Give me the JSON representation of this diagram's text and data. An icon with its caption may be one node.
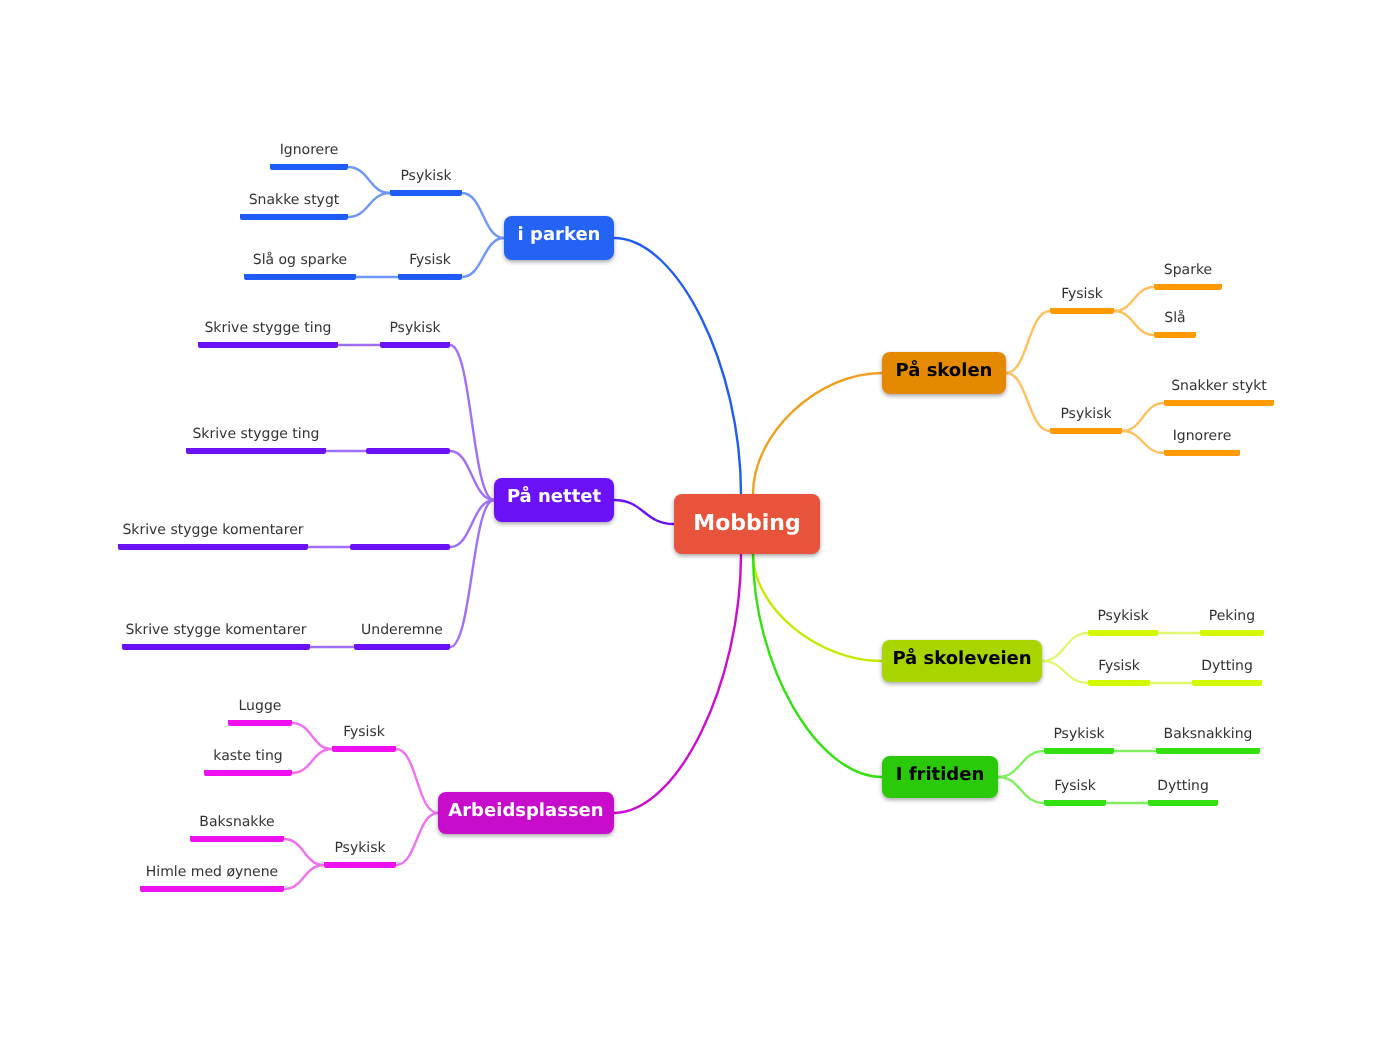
{
  "diagram": {
    "nodes": [
      {
        "text": [
          "Mobbing"
        ]
      },
      {
        "text": [
          "i parken"
        ]
      },
      {
        "text": [
          "På nettet"
        ]
      },
      {
        "text": [
          "Arbeidsplassen"
        ]
      },
      {
        "text": [
          "På skolen"
        ]
      },
      {
        "text": [
          "På skoleveien"
        ]
      },
      {
        "text": [
          "I fritiden"
        ]
      },
      {
        "text": [
          "Psykisk"
        ]
      },
      {
        "text": [
          "Ignorere"
        ]
      },
      {
        "text": [
          "Snakke stygt"
        ]
      },
      {
        "text": [
          "Fysisk"
        ]
      },
      {
        "text": [
          "Slå og sparke"
        ]
      },
      {
        "text": [
          "Psykisk"
        ]
      },
      {
        "text": [
          "Skrive stygge ting"
        ]
      },
      {
        "text": [],
        "shape": "bar"
      },
      {
        "text": [
          "Skrive stygge ting"
        ]
      },
      {
        "text": [],
        "shape": "bar"
      },
      {
        "text": [
          "Skrive stygge komentarer"
        ]
      },
      {
        "text": [
          "Underemne"
        ]
      },
      {
        "text": [
          "Skrive stygge komentarer"
        ]
      },
      {
        "text": [
          "Fysisk"
        ]
      },
      {
        "text": [
          "Lugge"
        ]
      },
      {
        "text": [
          "kaste ting"
        ]
      },
      {
        "text": [
          "Psykisk"
        ]
      },
      {
        "text": [
          "Baksnakke"
        ]
      },
      {
        "text": [
          "Himle med øynene"
        ]
      },
      {
        "text": [
          "Fysisk"
        ]
      },
      {
        "text": [
          "Sparke"
        ]
      },
      {
        "text": [
          "Slå"
        ]
      },
      {
        "text": [
          "Psykisk"
        ]
      },
      {
        "text": [
          "Snakker stykt"
        ]
      },
      {
        "text": [
          "Ignorere"
        ]
      },
      {
        "text": [
          "Psykisk"
        ]
      },
      {
        "text": [
          "Peking"
        ]
      },
      {
        "text": [
          "Fysisk"
        ]
      },
      {
        "text": [
          "Dytting"
        ]
      },
      {
        "text": [
          "Psykisk"
        ]
      },
      {
        "text": [
          "Baksnakking"
        ]
      },
      {
        "text": [
          "Fysisk"
        ]
      },
      {
        "text": [
          "Dytting"
        ]
      }
    ],
    "edges": [
      {
        "from": 0,
        "to": 1,
        "arrow": "none",
        "color": "#1f5cf5"
      },
      {
        "from": 0,
        "to": 2,
        "arrow": "none",
        "color": "#6a12f5"
      },
      {
        "from": 0,
        "to": 3,
        "arrow": "none",
        "color": "#cc0cd0"
      },
      {
        "from": 0,
        "to": 4,
        "arrow": "none",
        "color": "#f0a020"
      },
      {
        "from": 0,
        "to": 5,
        "arrow": "none",
        "color": "#c8e800"
      },
      {
        "from": 0,
        "to": 6,
        "arrow": "none",
        "color": "#33e010"
      },
      {
        "from": 1,
        "to": 7,
        "arrow": "none",
        "color": "#6f97fa"
      },
      {
        "from": 7,
        "to": 8,
        "arrow": "none",
        "color": "#6f97fa"
      },
      {
        "from": 7,
        "to": 9,
        "arrow": "none",
        "color": "#6f97fa"
      },
      {
        "from": 1,
        "to": 10,
        "arrow": "none",
        "color": "#6f97fa"
      },
      {
        "from": 10,
        "to": 11,
        "arrow": "none",
        "color": "#6f97fa"
      },
      {
        "from": 2,
        "to": 12,
        "arrow": "none",
        "color": "#a070fa"
      },
      {
        "from": 12,
        "to": 13,
        "arrow": "none",
        "color": "#a070fa"
      },
      {
        "from": 2,
        "to": 14,
        "arrow": "none",
        "color": "#a070fa"
      },
      {
        "from": 14,
        "to": 15,
        "arrow": "none",
        "color": "#a070fa"
      },
      {
        "from": 2,
        "to": 16,
        "arrow": "none",
        "color": "#a070fa"
      },
      {
        "from": 16,
        "to": 17,
        "arrow": "none",
        "color": "#a070fa"
      },
      {
        "from": 2,
        "to": 18,
        "arrow": "none",
        "color": "#a070fa"
      },
      {
        "from": 18,
        "to": 19,
        "arrow": "none",
        "color": "#a070fa"
      },
      {
        "from": 3,
        "to": 20,
        "arrow": "none",
        "color": "#f070f0"
      },
      {
        "from": 20,
        "to": 21,
        "arrow": "none",
        "color": "#f070f0"
      },
      {
        "from": 20,
        "to": 22,
        "arrow": "none",
        "color": "#f070f0"
      },
      {
        "from": 3,
        "to": 23,
        "arrow": "none",
        "color": "#f070f0"
      },
      {
        "from": 23,
        "to": 24,
        "arrow": "none",
        "color": "#f070f0"
      },
      {
        "from": 23,
        "to": 25,
        "arrow": "none",
        "color": "#f070f0"
      },
      {
        "from": 4,
        "to": 26,
        "arrow": "none",
        "color": "#ffc060"
      },
      {
        "from": 26,
        "to": 27,
        "arrow": "none",
        "color": "#ffc060"
      },
      {
        "from": 26,
        "to": 28,
        "arrow": "none",
        "color": "#ffc060"
      },
      {
        "from": 4,
        "to": 29,
        "arrow": "none",
        "color": "#ffc060"
      },
      {
        "from": 29,
        "to": 30,
        "arrow": "none",
        "color": "#ffc060"
      },
      {
        "from": 29,
        "to": 31,
        "arrow": "none",
        "color": "#ffc060"
      },
      {
        "from": 5,
        "to": 32,
        "arrow": "none",
        "color": "#e0f870"
      },
      {
        "from": 32,
        "to": 33,
        "arrow": "none",
        "color": "#e0f870"
      },
      {
        "from": 5,
        "to": 34,
        "arrow": "none",
        "color": "#e0f870"
      },
      {
        "from": 34,
        "to": 35,
        "arrow": "none",
        "color": "#e0f870"
      },
      {
        "from": 6,
        "to": 36,
        "arrow": "none",
        "color": "#80f060"
      },
      {
        "from": 36,
        "to": 37,
        "arrow": "none",
        "color": "#80f060"
      },
      {
        "from": 6,
        "to": 38,
        "arrow": "none",
        "color": "#80f060"
      },
      {
        "from": 38,
        "to": 39,
        "arrow": "none",
        "color": "#80f060"
      }
    ]
  }
}
